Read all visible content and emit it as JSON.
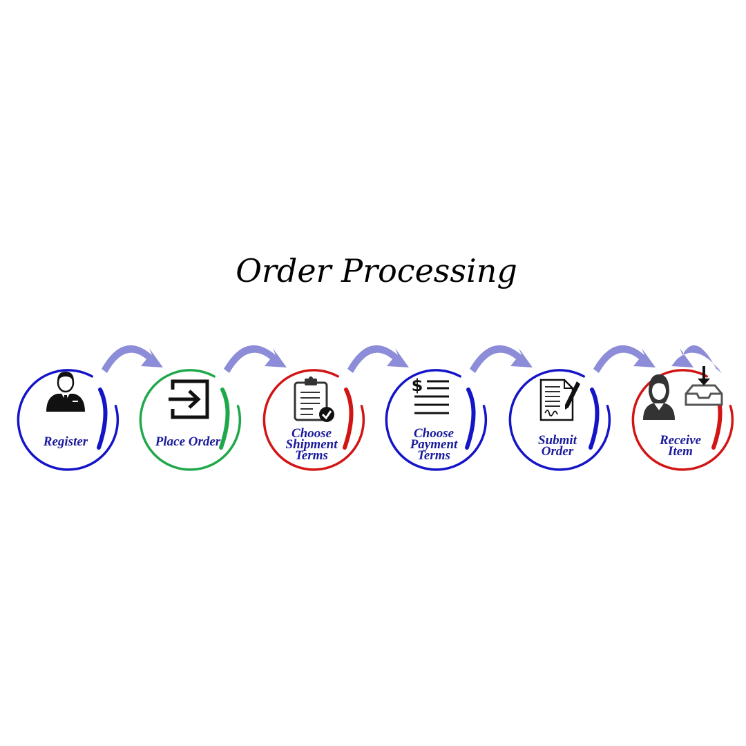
{
  "title": "Order Processing",
  "colors": {
    "blue": "#1414c8",
    "green": "#1fa84a",
    "red": "#d21414",
    "arrow": "#8c8cd8",
    "label": "#1a1a9c",
    "icon": "#111111"
  },
  "steps": [
    {
      "label_lines": [
        "Register"
      ],
      "ring_color": "blue",
      "icon": "businessman-icon"
    },
    {
      "label_lines": [
        "Place Order"
      ],
      "ring_color": "green",
      "icon": "login-arrow-icon"
    },
    {
      "label_lines": [
        "Choose",
        "Shipment",
        "Terms"
      ],
      "ring_color": "red",
      "icon": "clipboard-check-icon"
    },
    {
      "label_lines": [
        "Choose",
        "Payment",
        "Terms"
      ],
      "ring_color": "blue",
      "icon": "dollar-list-icon"
    },
    {
      "label_lines": [
        "Submit",
        "Order"
      ],
      "ring_color": "blue",
      "icon": "signed-document-icon"
    },
    {
      "label_lines": [
        "Receive",
        "Item"
      ],
      "ring_color": "red",
      "icon": "woman-inbox-icon"
    }
  ]
}
